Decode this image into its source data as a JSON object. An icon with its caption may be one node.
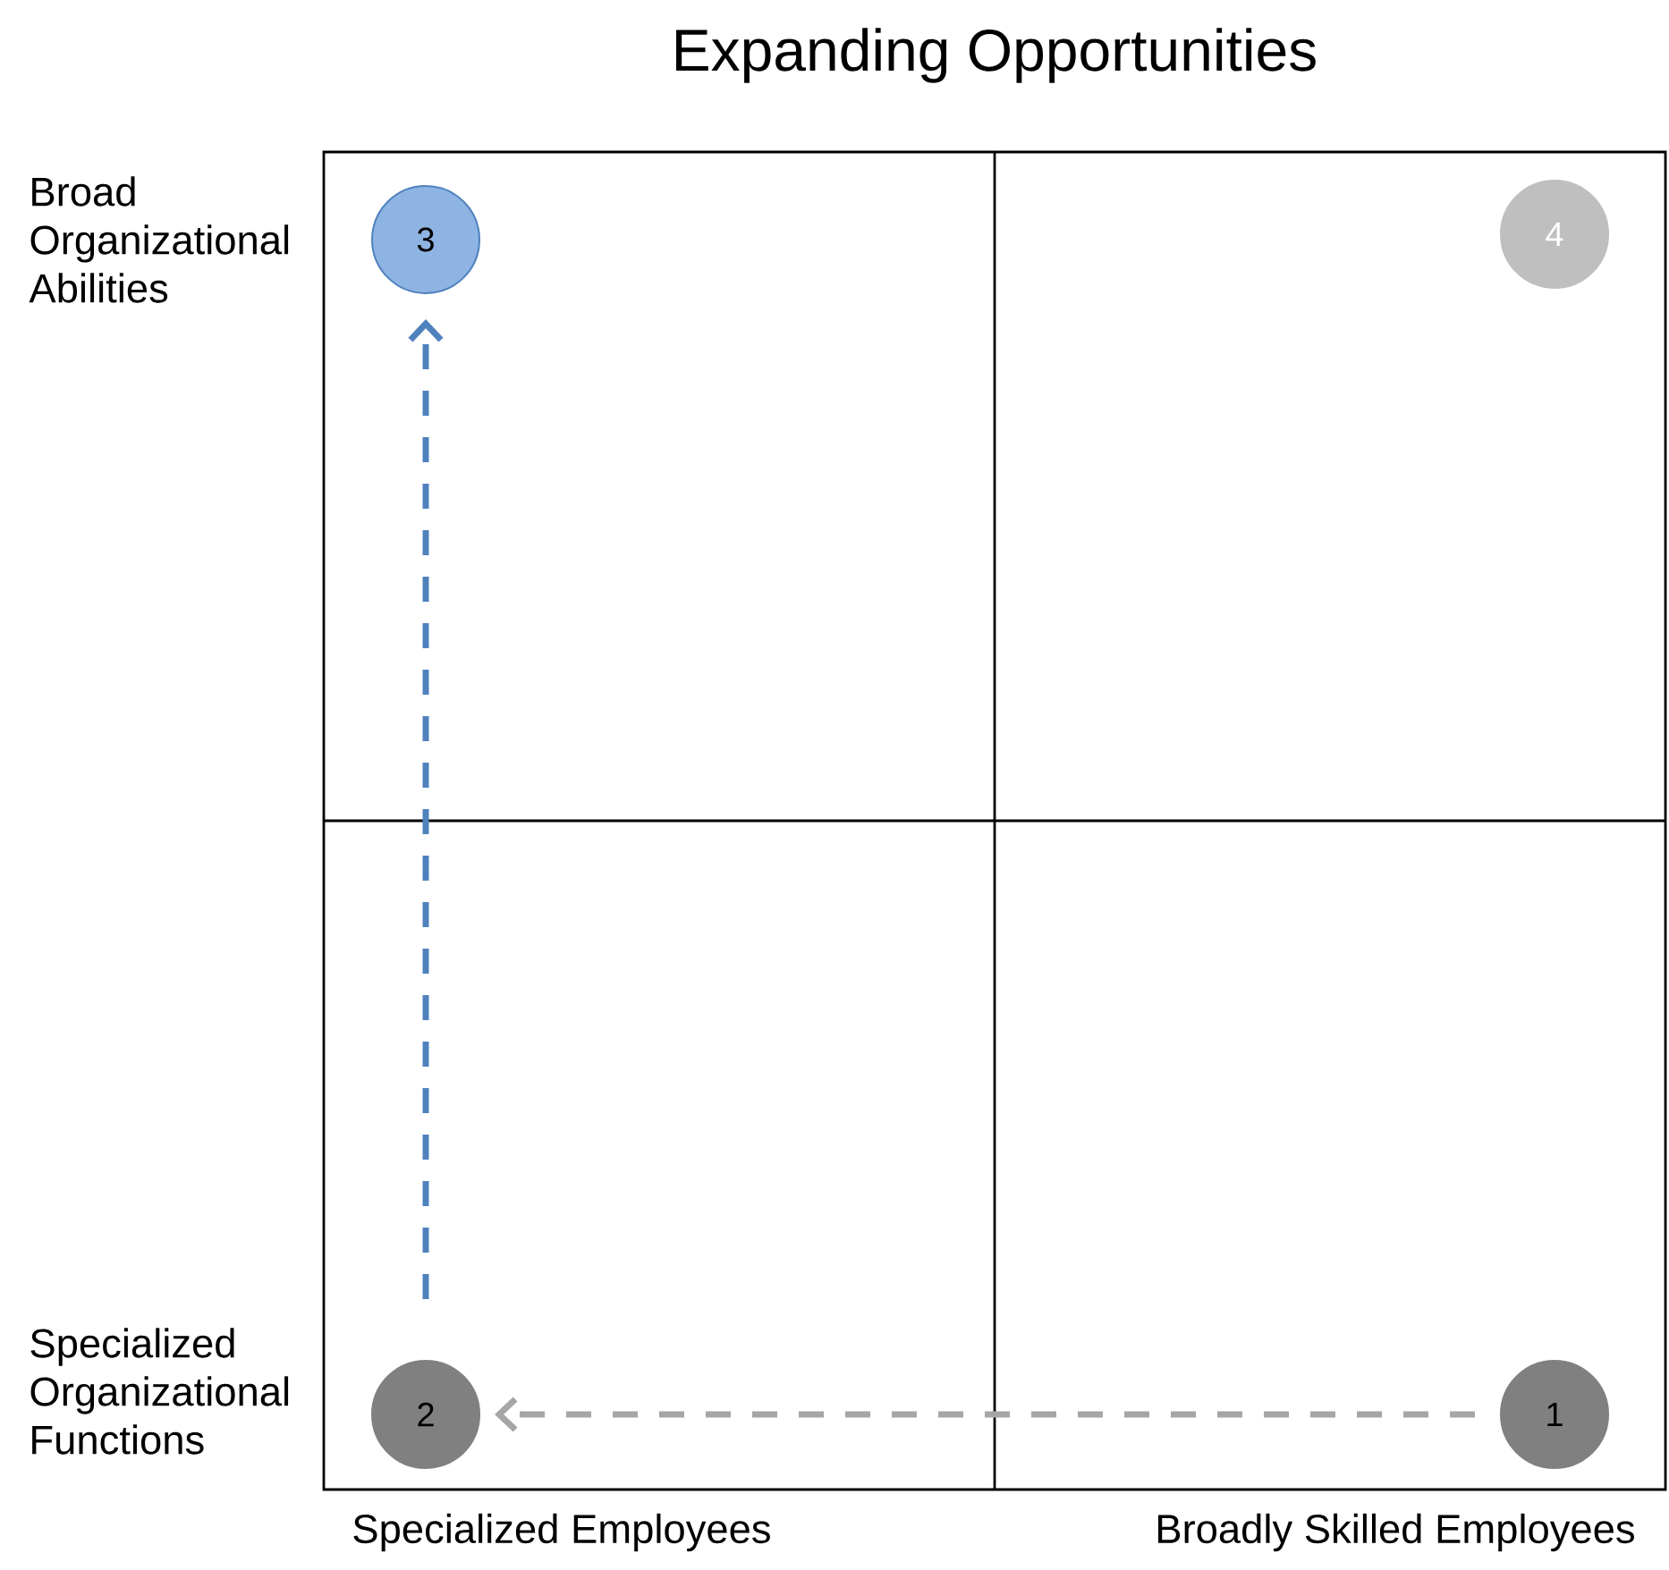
{
  "diagram": {
    "title": "Expanding Opportunities",
    "nodes": [
      {
        "text": [
          "3"
        ]
      },
      {
        "text": [
          "4"
        ]
      },
      {
        "text": [
          "2"
        ]
      },
      {
        "text": [
          "1"
        ]
      }
    ],
    "edges": [
      {
        "from": 3,
        "to": 2,
        "arrow": "to",
        "style": "dashed",
        "color": "#a6a6a6"
      },
      {
        "from": 2,
        "to": 0,
        "arrow": "to",
        "style": "dashed",
        "color": "#4f81bd"
      }
    ],
    "labels": [
      "Broad Organizational Abilities",
      "Specialized Organizational Functions",
      "Specialized Employees",
      "Broadly Skilled Employees"
    ]
  }
}
